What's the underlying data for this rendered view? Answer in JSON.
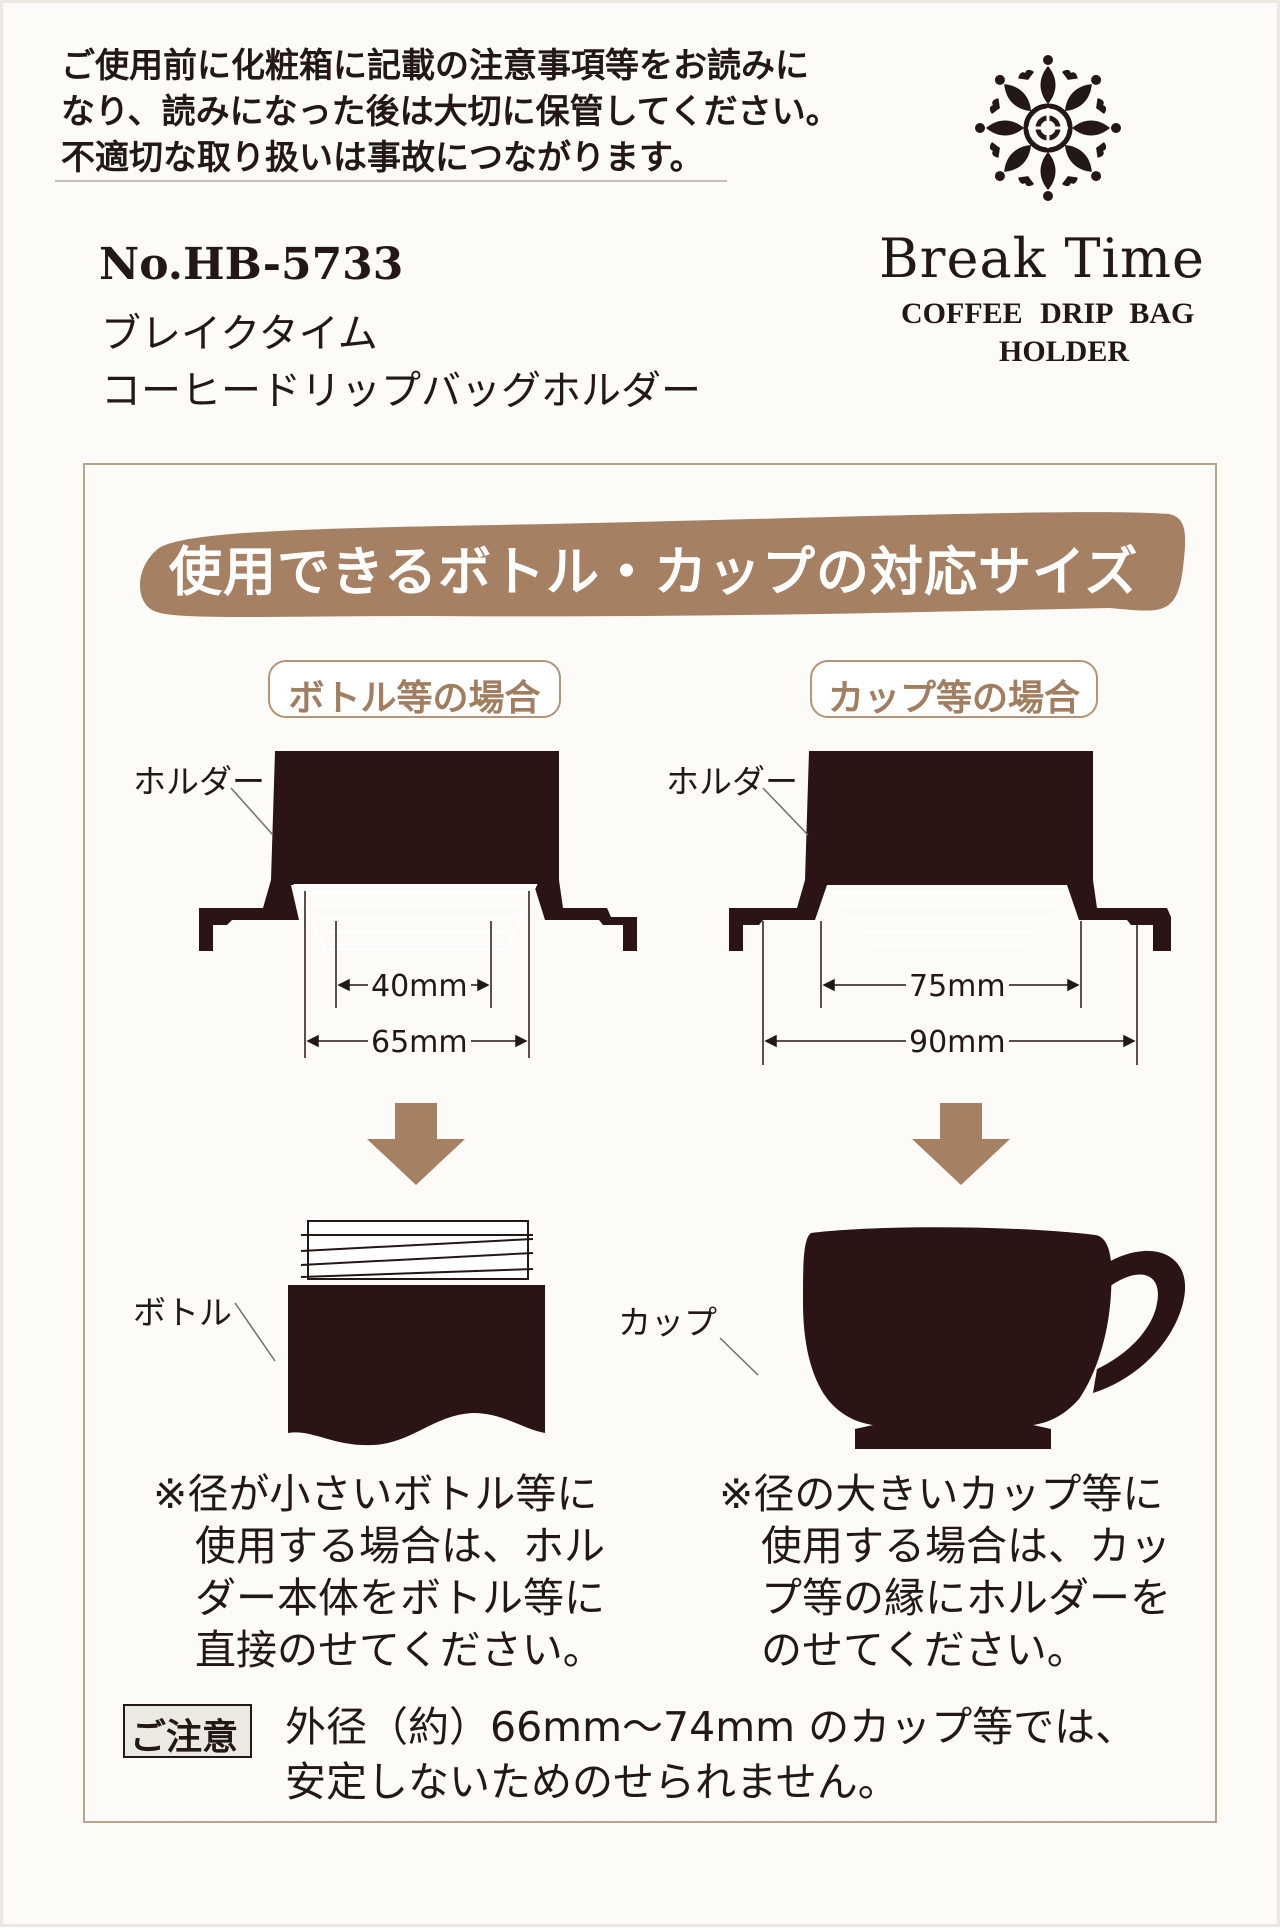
{
  "caution": {
    "lines": [
      "ご使用前に化粧箱に記載の注意事項等をお読みに",
      "なり、読みになった後は大切に保管してください。",
      "不適切な取り扱いは事故につながります。"
    ]
  },
  "product": {
    "model_no": "No.HB-5733",
    "name_line_1": "ブレイクタイム",
    "name_line_2": "コーヒードリップバッグホルダー"
  },
  "brand": {
    "name": "Break Time",
    "subtitle_line_1": "COFFEE DRIP BAG",
    "subtitle_line_2": "HOLDER"
  },
  "section": {
    "title": "使用できるボトル・カップの対応サイズ"
  },
  "bottle_case": {
    "heading": "ボトル等の場合",
    "holder_label": "ホルダー",
    "inner_dim": "40mm",
    "outer_dim": "65mm",
    "vessel_label": "ボトル",
    "note_lines": [
      "※径が小さいボトル等に",
      "使用する場合は、ホル",
      "ダー本体をボトル等に",
      "直接のせてください。"
    ]
  },
  "cup_case": {
    "heading": "カップ等の場合",
    "holder_label": "ホルダー",
    "inner_dim": "75mm",
    "outer_dim": "90mm",
    "vessel_label": "カップ",
    "note_lines": [
      "※径の大きいカップ等に",
      "使用する場合は、カッ",
      "プ等の縁にホルダーを",
      "のせてください。"
    ]
  },
  "attention": {
    "label": "ご注意",
    "lines": [
      "外径（約）66mm〜74mm のカップ等では、",
      "安定しないためのせられません。"
    ]
  },
  "colors": {
    "dark_brown": "#2a1514",
    "accent_tan": "#a68063",
    "text": "#231815"
  }
}
